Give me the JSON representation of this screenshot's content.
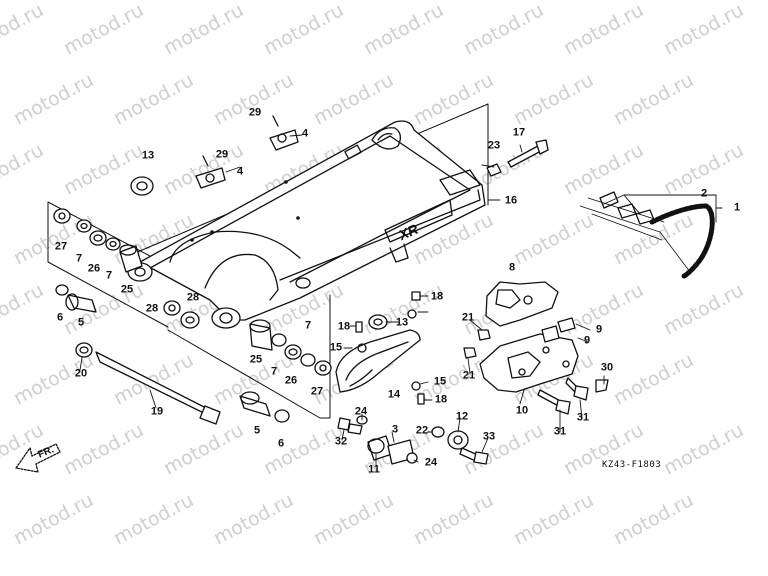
{
  "watermark": {
    "text": "motod.ru",
    "color": "#cfcfcf"
  },
  "diagram_code": "KZ43-F1803",
  "front_marker": "FR.",
  "callouts": {
    "c1": "1",
    "c2": "2",
    "c3": "3",
    "c4a": "4",
    "c4b": "4",
    "c5a": "5",
    "c5b": "5",
    "c6a": "6",
    "c6b": "6",
    "c7a": "7",
    "c7b": "7",
    "c7c": "7",
    "c7d": "7",
    "c8": "8",
    "c9a": "9",
    "c9b": "9",
    "c10": "10",
    "c11": "11",
    "c12": "12",
    "c13a": "13",
    "c13b": "13",
    "c14": "14",
    "c15a": "15",
    "c15b": "15",
    "c16": "16",
    "c17": "17",
    "c18a": "18",
    "c18b": "18",
    "c18c": "18",
    "c19": "19",
    "c20": "20",
    "c21a": "21",
    "c21b": "21",
    "c22": "22",
    "c23": "23",
    "c24a": "24",
    "c24b": "24",
    "c25a": "25",
    "c25b": "25",
    "c26a": "26",
    "c26b": "26",
    "c27a": "27",
    "c27b": "27",
    "c28a": "28",
    "c28b": "28",
    "c29a": "29",
    "c29b": "29",
    "c30": "30",
    "c31a": "31",
    "c31b": "31",
    "c32": "32",
    "c33": "33"
  }
}
